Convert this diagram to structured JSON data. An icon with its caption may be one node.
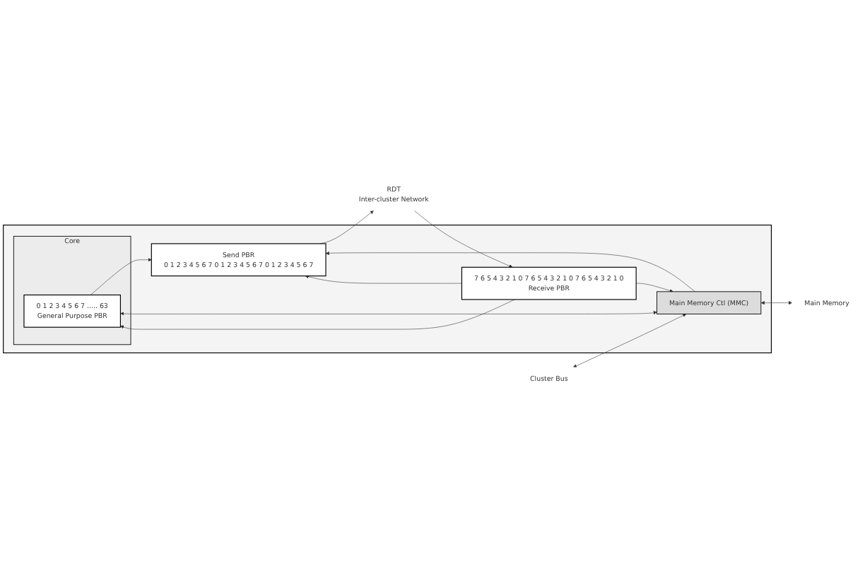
{
  "diagram": {
    "nodes": [
      {
        "text": [],
        "shape": "box"
      },
      {
        "text": [
          "Core"
        ],
        "in": 0
      },
      {
        "text": [
          "7 6 5 4 3 2 1 0 7 6 5 4 3 2 1 0 7 6 5 4 3 2 1 0",
          "Receive PBR"
        ],
        "in": 0
      },
      {
        "text": [
          "0 1 2 3 4 5 6 7 ..... 63",
          "General Purpose PBR"
        ],
        "in": 1
      },
      {
        "text": [
          "Send PBR",
          "0 1 2 3 4 5 6 7 0 1 2 3 4 5 6 7 0 1 2 3 4 5 6 7"
        ],
        "in": 0
      },
      {
        "text": [
          "Main Memory Ctl (MMC)"
        ],
        "in": 0
      },
      {
        "text": [
          "RDT",
          "Inter-cluster Network"
        ]
      },
      {
        "text": [
          "Cluster Bus"
        ]
      },
      {
        "text": [
          "Main Memory"
        ]
      }
    ],
    "edges": [
      {
        "from": 6,
        "to": 2,
        "arrow": "to"
      },
      {
        "from": 2,
        "to": 5,
        "arrow": "to"
      },
      {
        "from": 2,
        "to": 4,
        "arrow": "to"
      },
      {
        "from": 2,
        "to": 3,
        "arrow": "to"
      },
      {
        "from": 3,
        "to": 4,
        "arrow": "to"
      },
      {
        "from": 3,
        "to": 5,
        "arrow": "both"
      },
      {
        "from": 5,
        "to": 4,
        "arrow": "to"
      },
      {
        "from": 4,
        "to": 6,
        "arrow": "to"
      },
      {
        "from": 7,
        "to": 5,
        "arrow": "both"
      },
      {
        "from": 5,
        "to": 8,
        "arrow": "both"
      }
    ]
  }
}
